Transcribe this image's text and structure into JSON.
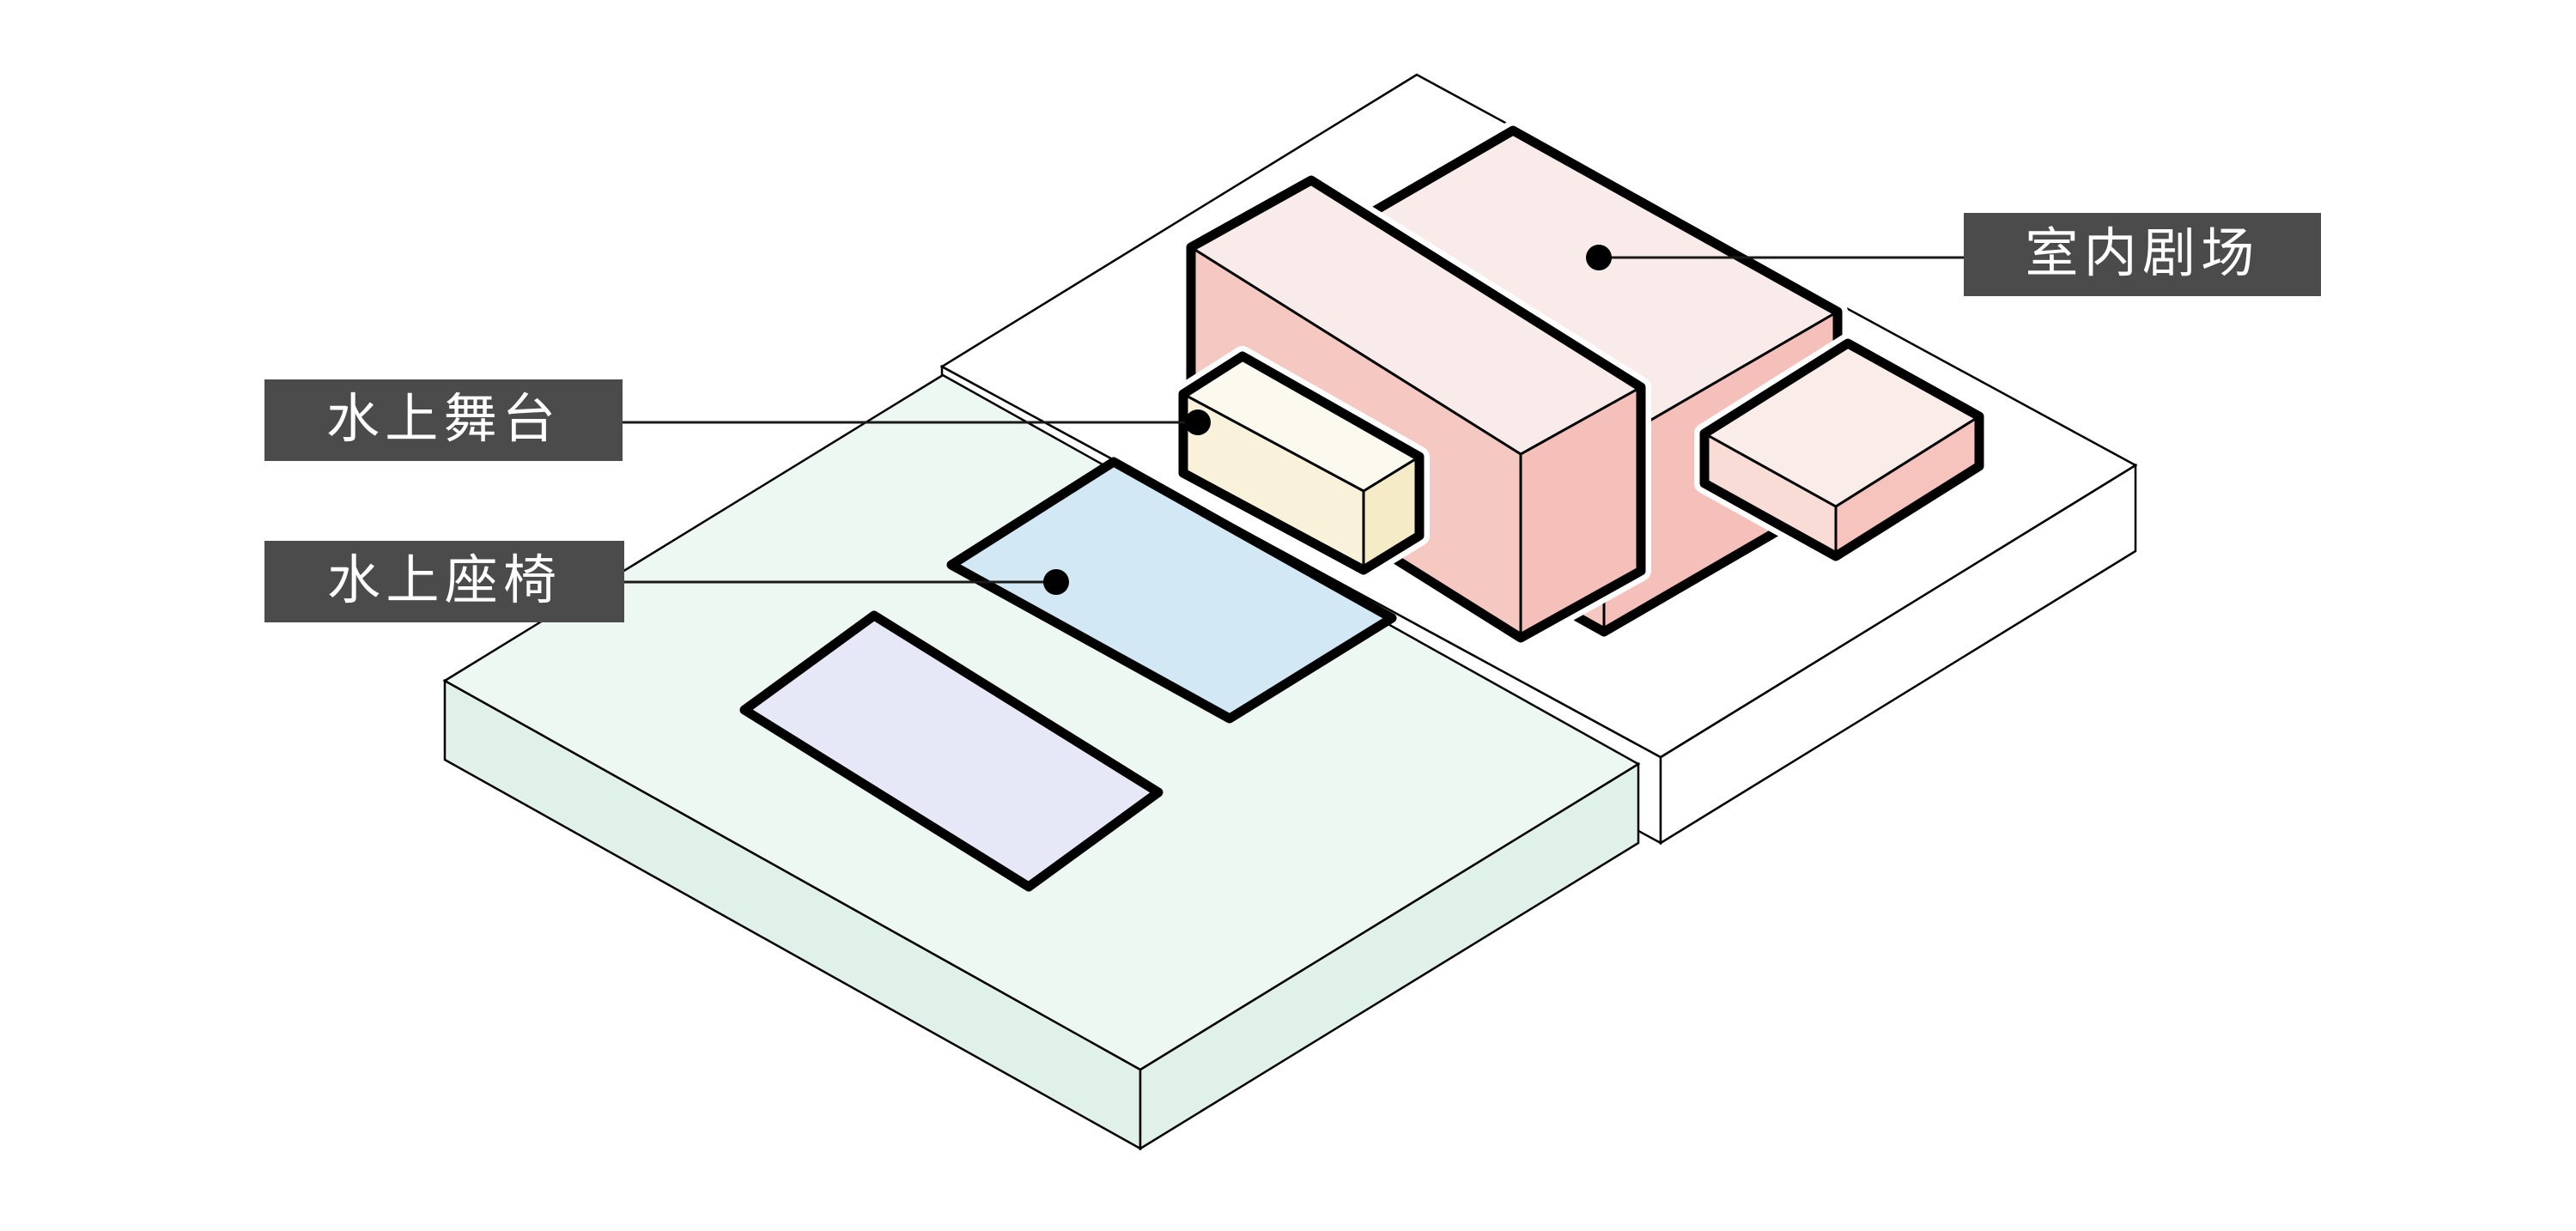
{
  "diagram": {
    "type": "isometric-architecture-diagram",
    "labels": {
      "indoor_theater": "室内剧场",
      "water_stage": "水上舞台",
      "water_seats": "水上座椅"
    },
    "callouts": [
      {
        "id": "indoor-theater",
        "label": "室内剧场",
        "points_to": "theater-building-roof"
      },
      {
        "id": "water-stage",
        "label": "水上舞台",
        "points_to": "stage-box-left-face"
      },
      {
        "id": "water-seats",
        "label": "水上座椅",
        "points_to": "seating-pad"
      }
    ],
    "colors": {
      "background": "#ffffff",
      "outline": "#000000",
      "casing": "#ffffff",
      "callout_line": "#1a1a1a",
      "label_bg": "#4b4b4b",
      "label_text": "#ffffff",
      "land_top": "#ffffff",
      "land_side": "#ffffff",
      "water_top": "#edf8f3",
      "water_side": "#e0f1ea",
      "pad_blue": "#d2e8f4",
      "pad_lavender": "#e7e8f7",
      "pink_roof": "#f8ebe9",
      "pink_sw": "#f5c8c2",
      "pink_se": "#f6c0ba",
      "small_roof": "#f9ece9",
      "small_sw": "#f9dcd6",
      "small_se": "#f6c3bd",
      "cream_roof": "#fcf9ee",
      "cream_sw": "#f9f1d9",
      "cream_se": "#f6ebc7"
    }
  }
}
